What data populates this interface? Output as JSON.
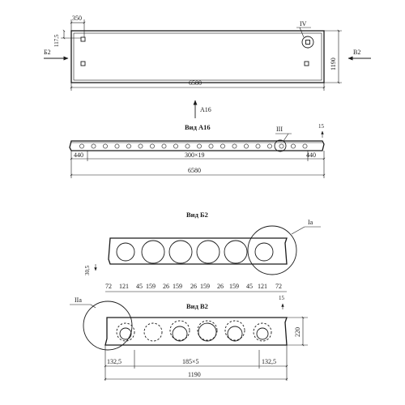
{
  "plan": {
    "dim_top_left": "350",
    "dim_left_vertical": "117,5",
    "dim_length": "6580",
    "dim_width": "1190",
    "section_left": "Б2",
    "section_right": "В2",
    "detail_node": "IV"
  },
  "view_a16": {
    "arrow_label": "А16",
    "title": "Вид А16",
    "detail_node": "III",
    "dim_corner": "15",
    "dim_left": "440",
    "dim_middle": "300×19",
    "dim_right": "440",
    "dim_total": "6580"
  },
  "view_b2": {
    "title": "Вид Б2",
    "detail_node": "Iа",
    "dim_side": "30,5",
    "dims": [
      "72",
      "121",
      "45",
      "159",
      "26",
      "159",
      "26",
      "159",
      "26",
      "159",
      "45",
      "121",
      "72"
    ]
  },
  "view_v2": {
    "title": "Вид В2",
    "detail_node": "IIа",
    "dim_corner": "15",
    "dim_height": "220",
    "dim_left": "132,5",
    "dim_middle": "185×5",
    "dim_right": "132,5",
    "dim_total": "1190"
  }
}
